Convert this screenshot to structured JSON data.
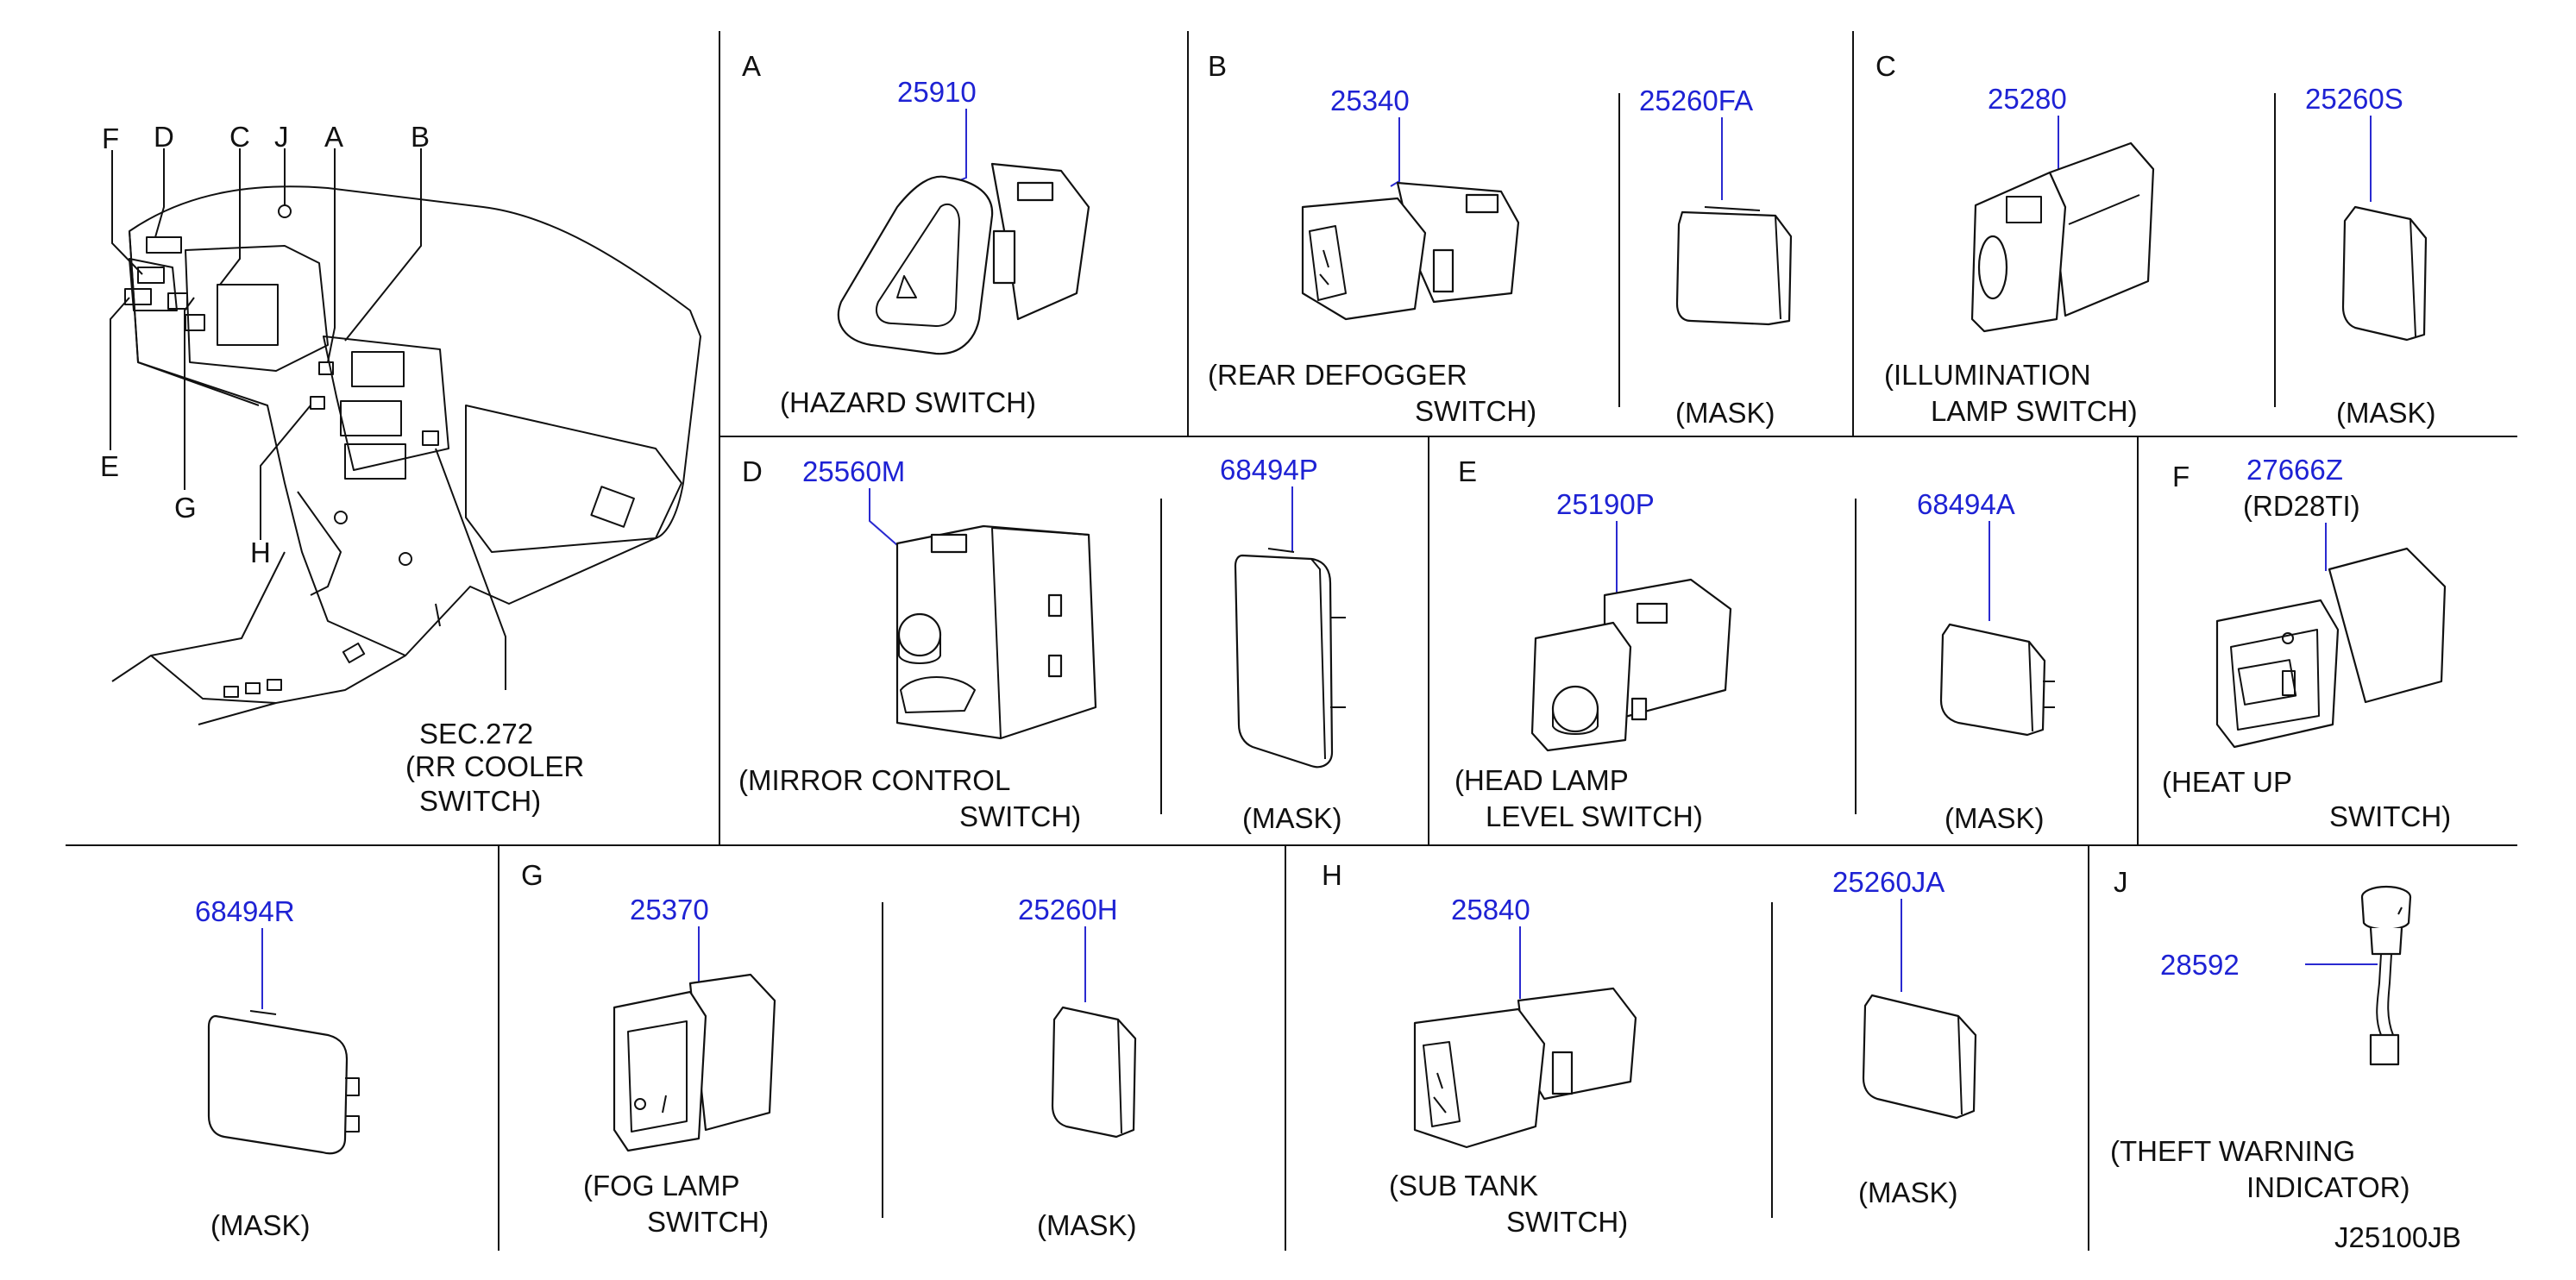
{
  "sections": {
    "A": {
      "letter": "A",
      "part": "25910",
      "caption": [
        "(HAZARD   SWITCH)"
      ]
    },
    "B": {
      "letter": "B",
      "part": "25340",
      "caption": [
        "(REAR   DEFOGGER",
        "SWITCH)"
      ],
      "mask_part": "25260FA",
      "mask_caption": "(MASK)"
    },
    "C": {
      "letter": "C",
      "part": "25280",
      "caption": [
        "(ILLUMINATION",
        "LAMP   SWITCH)"
      ],
      "mask_part": "25260S",
      "mask_caption": "(MASK)"
    },
    "D": {
      "letter": "D",
      "part": "25560M",
      "caption": [
        "(MIRROR   CONTROL",
        "SWITCH)"
      ],
      "mask_part": "68494P",
      "mask_caption": "(MASK)"
    },
    "E": {
      "letter": "E",
      "part": "25190P",
      "caption": [
        "(HEAD   LAMP",
        "LEVEL   SWITCH)"
      ],
      "mask_part": "68494A",
      "mask_caption": "(MASK)"
    },
    "F": {
      "letter": "F",
      "part": "27666Z",
      "variant": "(RD28TI)",
      "caption": [
        "(HEAT   UP",
        "SWITCH)"
      ]
    },
    "G": {
      "letter": "G",
      "part": "25370",
      "caption": [
        "(FOG   LAMP",
        "SWITCH)"
      ],
      "mask_part": "25260H",
      "mask_caption": "(MASK)"
    },
    "H": {
      "letter": "H",
      "part": "25840",
      "caption": [
        "(SUB   TANK",
        "SWITCH)"
      ],
      "mask_part": "25260JA",
      "mask_caption": "(MASK)"
    },
    "J": {
      "letter": "J",
      "part": "28592",
      "caption": [
        "(THEFT   WARNING",
        "INDICATOR)"
      ]
    }
  },
  "standalone_mask": {
    "part": "68494R",
    "caption": "(MASK)"
  },
  "overview": {
    "letters": [
      "F",
      "D",
      "C",
      "J",
      "A",
      "B",
      "E",
      "G",
      "H"
    ],
    "sec_ref": [
      "SEC.272",
      "(RR   COOLER",
      "SWITCH)"
    ]
  },
  "drawing_code": "J25100JB",
  "colors": {
    "part_number": "#1e22d4",
    "line": "#111111",
    "background": "#ffffff"
  }
}
